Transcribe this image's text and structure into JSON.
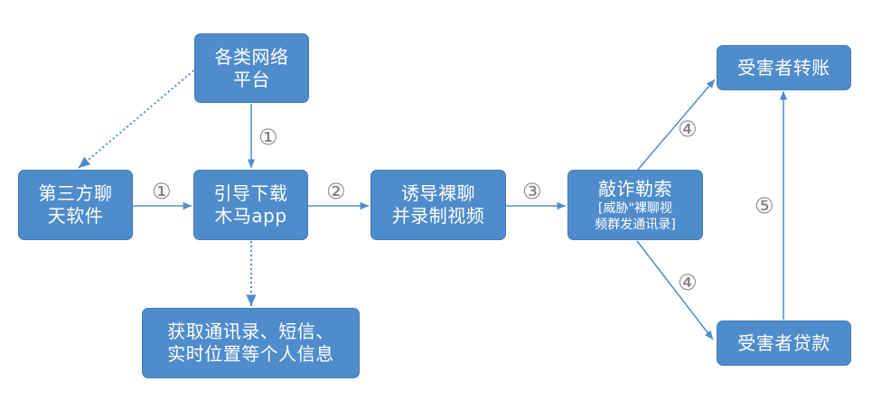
{
  "nodes": {
    "platforms": {
      "line1": "各类网络",
      "line2": "平台"
    },
    "chat": {
      "line1": "第三方聊",
      "line2": "天软件"
    },
    "trojan": {
      "line1": "引导下载",
      "line2": "木马app"
    },
    "record": {
      "line1": "诱导裸聊",
      "line2": "并录制视频"
    },
    "extort": {
      "line1": "敲诈勒索",
      "sub1": "[威胁\"裸聊视",
      "sub2": "频群发通讯录]"
    },
    "harvest": {
      "line1": "获取通讯录、短信、",
      "line2": "实时位置等个人信息"
    },
    "transfer": {
      "line1": "受害者转账"
    },
    "loan": {
      "line1": "受害者贷款"
    }
  },
  "steps": {
    "s1": "①",
    "s2": "②",
    "s3": "③",
    "s4": "④",
    "s5": "⑤"
  },
  "colors": {
    "node": "#4f8ccb",
    "node_border": "#3f78b6",
    "edge": "#4f8ccb",
    "step_label": "#7d7d7d"
  }
}
